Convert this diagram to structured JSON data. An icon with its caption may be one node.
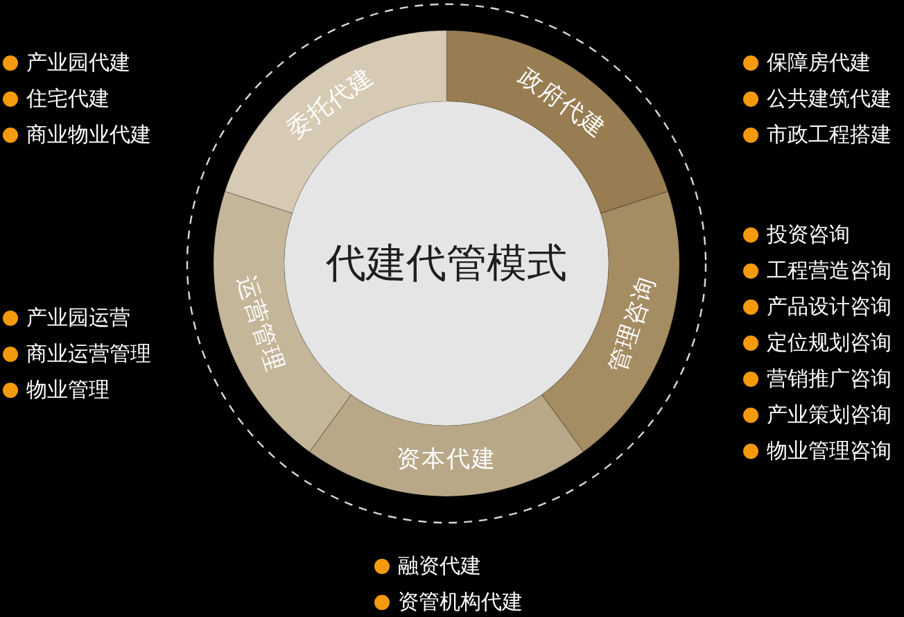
{
  "diagram": {
    "nodes": [
      {
        "text": [
          "代建代管模式"
        ]
      },
      {
        "text": [
          "委托代建"
        ],
        "beside": [
          "产业园代建",
          "住宅代建",
          "商业物业代建"
        ]
      },
      {
        "text": [
          "政府代建"
        ],
        "beside": [
          "保障房代建",
          "公共建筑代建",
          "市政工程搭建"
        ]
      },
      {
        "text": [
          "管理咨询"
        ],
        "beside": [
          "投资咨询",
          "工程营造咨询",
          "产品设计咨询",
          "定位规划咨询",
          "营销推广咨询",
          "产业策划咨询",
          "物业管理咨询"
        ]
      },
      {
        "text": [
          "资本代建"
        ],
        "beside": [
          "融资代建",
          "资管机构代建"
        ]
      },
      {
        "text": [
          "运营管理"
        ],
        "beside": [
          "产业园运营",
          "商业运营管理",
          "物业管理"
        ]
      }
    ]
  }
}
